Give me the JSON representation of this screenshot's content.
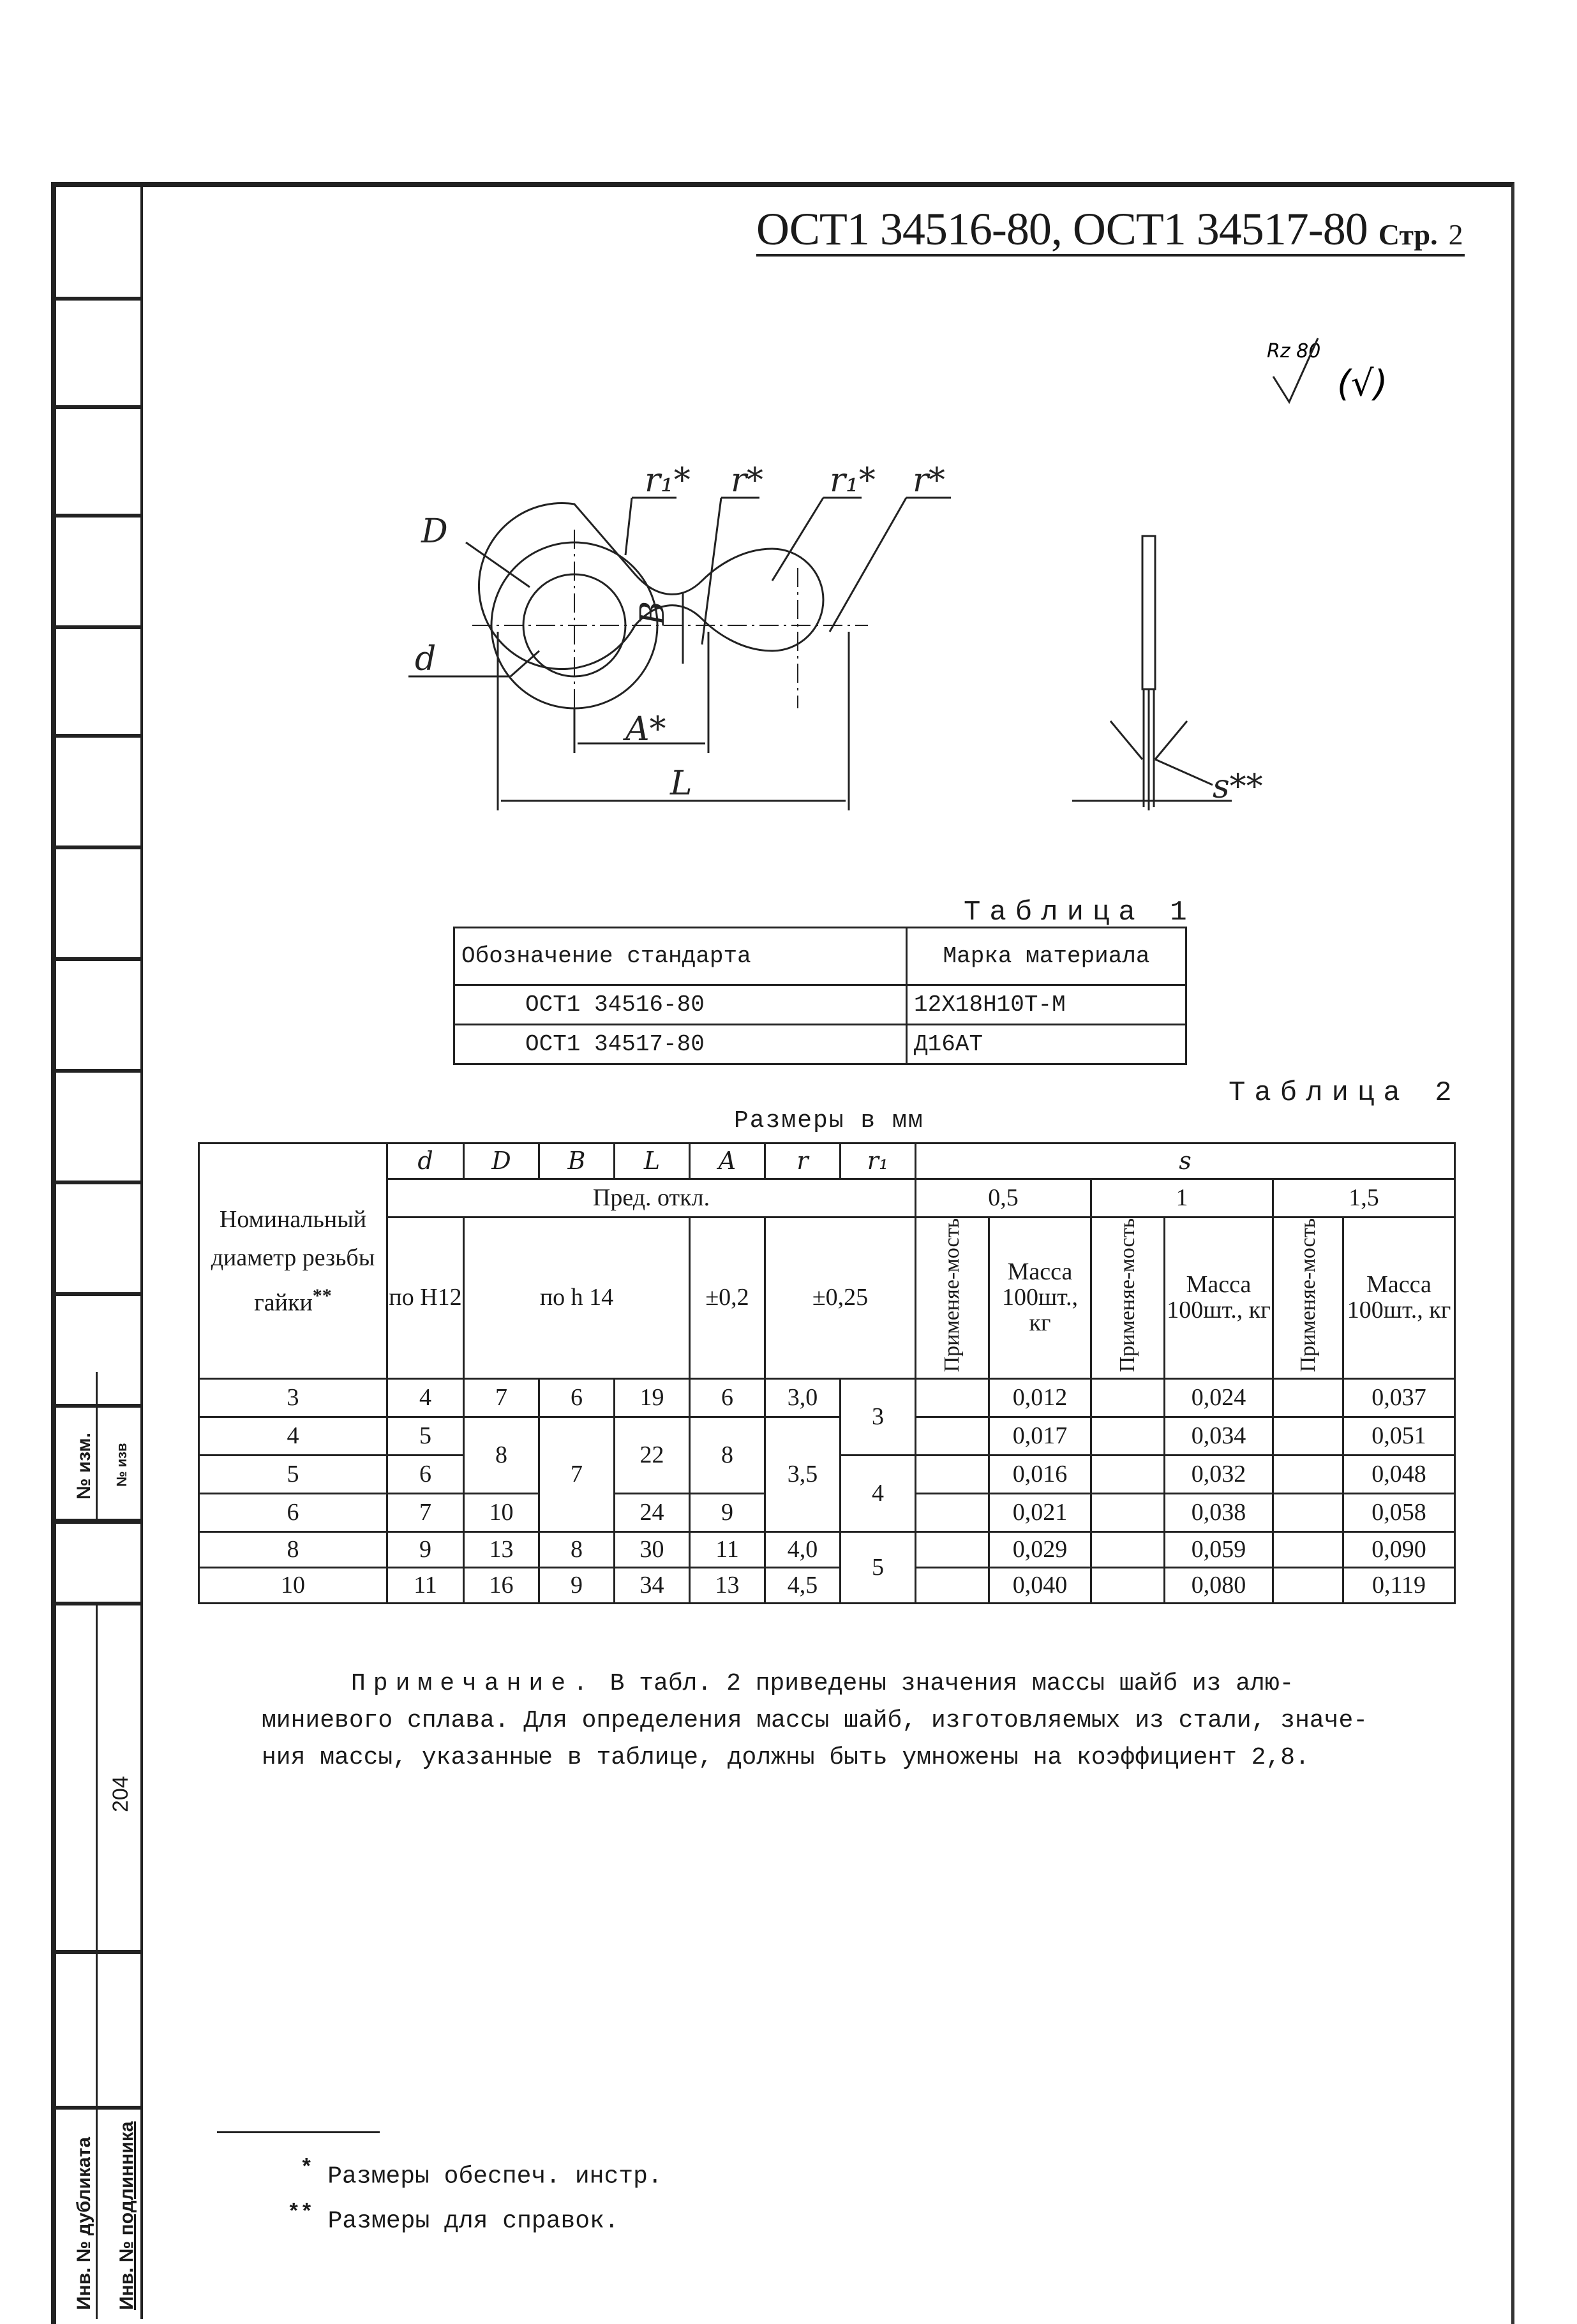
{
  "header": {
    "title": "ОСТ1 34516-80, ОСТ1 34517-80",
    "page_label": "Стр.",
    "page_number": "2"
  },
  "roughness": {
    "symbol": "Rz 80",
    "general": "(√)"
  },
  "drawing": {
    "labels": {
      "D": "D",
      "d": "d",
      "B": "B",
      "A": "A*",
      "L": "L",
      "r1_a": "r₁*",
      "r_a": "r*",
      "r1_b": "r₁*",
      "r_b": "r*",
      "s": "s**"
    }
  },
  "table1": {
    "caption": "Таблица 1",
    "headers": [
      "Обозначение стандарта",
      "Марка материала"
    ],
    "rows": [
      [
        "ОСТ1 34516-80",
        "12Х18Н10Т-М"
      ],
      [
        "ОСТ1 34517-80",
        "Д16АТ"
      ]
    ]
  },
  "table2": {
    "caption": "Таблица 2",
    "units": "Размеры в мм",
    "row_header": "Номинальный диаметр резьбы гайки",
    "row_header_mark": "**",
    "col_symbols": [
      "d",
      "D",
      "B",
      "L",
      "A",
      "r",
      "r₁",
      "s"
    ],
    "tol_label": "Пред. откл.",
    "tol_d": "по H12",
    "tol_DBL": "по h 14",
    "tol_A": "±0,2",
    "tol_r": "±0,25",
    "s_values": [
      "0,5",
      "1",
      "1,5"
    ],
    "applicability": "Применяе-мость",
    "mass_label": "Масса 100шт., кг",
    "rows": [
      {
        "nom": "3",
        "d": "4",
        "D": "7",
        "B": "6",
        "L": "19",
        "A": "6",
        "r": "3,0",
        "m05": "0,012",
        "m1": "0,024",
        "m15": "0,037"
      },
      {
        "nom": "4",
        "d": "5",
        "m05": "0,017",
        "m1": "0,034",
        "m15": "0,051"
      },
      {
        "nom": "5",
        "d": "6",
        "m05": "0,016",
        "m1": "0,032",
        "m15": "0,048"
      },
      {
        "nom": "6",
        "d": "7",
        "D": "10",
        "L": "24",
        "A": "9",
        "m05": "0,021",
        "m1": "0,038",
        "m15": "0,058"
      },
      {
        "nom": "8",
        "d": "9",
        "D": "13",
        "B": "8",
        "L": "30",
        "A": "11",
        "r": "4,0",
        "m05": "0,029",
        "m1": "0,059",
        "m15": "0,090"
      },
      {
        "nom": "10",
        "d": "11",
        "D": "16",
        "B": "9",
        "L": "34",
        "A": "13",
        "r": "4,5",
        "m05": "0,040",
        "m1": "0,080",
        "m15": "0,119"
      }
    ],
    "merged": {
      "D_45": "8",
      "B_456": "7",
      "L_45": "22",
      "A_45": "8",
      "r_456": "3,5",
      "r1_34": "3",
      "r1_56": "4",
      "r1_810": "5"
    }
  },
  "note": {
    "label": "Примечание.",
    "text1": "В табл. 2 приведены значения массы шайб из алю-",
    "text2": "миниевого сплава. Для определения массы шайб, изготовляемых из стали, значе-",
    "text3": "ния массы, указанные в таблице, должны быть умножены на коэффициент 2,8."
  },
  "footnotes": [
    {
      "mark": "*",
      "text": "Размеры обеспеч. инстр."
    },
    {
      "mark": "**",
      "text": "Размеры для справок."
    }
  ],
  "side_strip": {
    "izm1": "№ изм.",
    "izm2": "№ изв",
    "number": "204",
    "dup1": "Инв. № дубликата",
    "dup2": "Инв. № подлинника"
  }
}
